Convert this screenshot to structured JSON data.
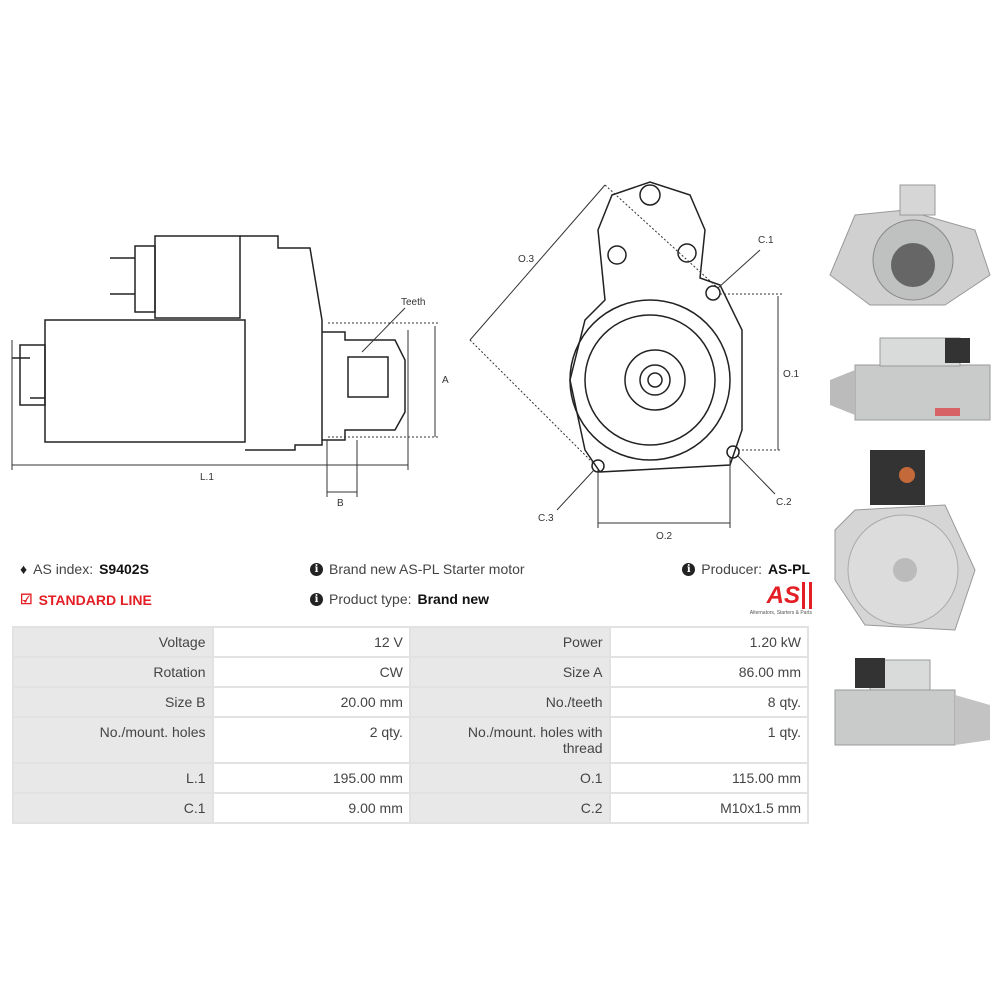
{
  "diagram_labels": {
    "teeth": "Teeth",
    "a": "A",
    "b": "B",
    "l1": "L.1",
    "o1": "O.1",
    "o2": "O.2",
    "o3": "O.3",
    "c1": "C.1",
    "c2": "C.2",
    "c3": "C.3"
  },
  "info": {
    "as_index_label": "AS index:",
    "as_index_value": "S9402S",
    "line": "STANDARD LINE",
    "description": "Brand new AS-PL Starter motor",
    "product_type_label": "Product type:",
    "product_type_value": "Brand new",
    "producer_label": "Producer:",
    "producer_value": "AS-PL",
    "logo_text": "AS",
    "logo_sub": "Alternators, Starters & Parts"
  },
  "specs": [
    {
      "k1": "Voltage",
      "v1": "12 V",
      "k2": "Power",
      "v2": "1.20 kW"
    },
    {
      "k1": "Rotation",
      "v1": "CW",
      "k2": "Size A",
      "v2": "86.00 mm"
    },
    {
      "k1": "Size B",
      "v1": "20.00 mm",
      "k2": "No./teeth",
      "v2": "8 qty."
    },
    {
      "k1": "No./mount. holes",
      "v1": "2 qty.",
      "k2": "No./mount. holes with thread",
      "v2": "1 qty."
    },
    {
      "k1": "L.1",
      "v1": "195.00 mm",
      "k2": "O.1",
      "v2": "115.00 mm"
    },
    {
      "k1": "C.1",
      "v1": "9.00 mm",
      "k2": "C.2",
      "v2": "M10x1.5 mm"
    }
  ],
  "colors": {
    "accent": "#e31e24",
    "key_bg": "#e8e8e8",
    "border": "#e2e2e2"
  }
}
